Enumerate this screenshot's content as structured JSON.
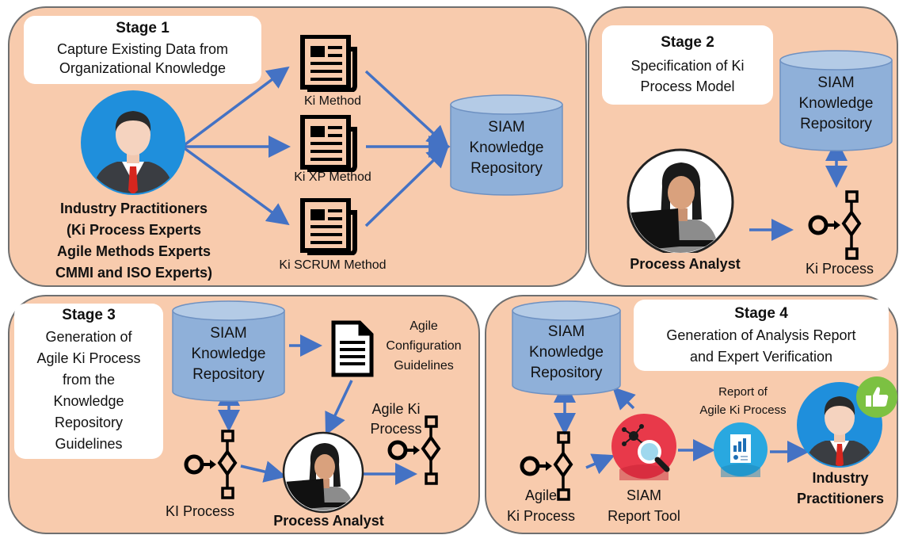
{
  "colors": {
    "panel_bg": "#f8cbad",
    "panel_border": "#6f6f6f",
    "arrow": "#4472c4",
    "cylinder_top": "#b4cbe6",
    "cylinder_body": "#8fb0d9",
    "person_circle": "#1f8fdc",
    "report_tool_red": "#e8394a",
    "report_circle_cyan": "#29a8e0",
    "thumbs_green": "#7cc142"
  },
  "stage1": {
    "title": "Stage 1",
    "subtitle_line1": "Capture Existing Data from",
    "subtitle_line2": "Organizational Knowledge",
    "methods": [
      "Ki Method",
      "Ki XP Method",
      "Ki SCRUM Method"
    ],
    "repository_line1": "SIAM",
    "repository_line2": "Knowledge",
    "repository_line3": "Repository",
    "actor_line1": "Industry Practitioners",
    "actor_line2": "(Ki Process Experts",
    "actor_line3": "Agile Methods Experts",
    "actor_line4": "CMMI and ISO Experts)"
  },
  "stage2": {
    "title": "Stage 2",
    "subtitle_line1": "Specification of Ki",
    "subtitle_line2": "Process Model",
    "repository_line1": "SIAM",
    "repository_line2": "Knowledge",
    "repository_line3": "Repository",
    "actor": "Process Analyst",
    "output": "Ki Process"
  },
  "stage3": {
    "title": "Stage 3",
    "subtitle_lines": [
      "Generation of",
      "Agile Ki Process",
      "from the",
      "Knowledge",
      "Repository",
      "Guidelines"
    ],
    "repository_line1": "SIAM",
    "repository_line2": "Knowledge",
    "repository_line3": "Repository",
    "guidelines_line1": "Agile",
    "guidelines_line2": "Configuration",
    "guidelines_line3": "Guidelines",
    "input_process": "KI Process",
    "output_line1": "Agile Ki",
    "output_line2": "Process",
    "actor": "Process Analyst"
  },
  "stage4": {
    "title": "Stage 4",
    "subtitle_line1": "Generation of Analysis Report",
    "subtitle_line2": "and Expert Verification",
    "repository_line1": "SIAM",
    "repository_line2": "Knowledge",
    "repository_line3": "Repository",
    "process_line1": "Agile",
    "process_line2": "Ki Process",
    "tool_line1": "SIAM",
    "tool_line2": "Report Tool",
    "report_line1": "Report of",
    "report_line2": "Agile Ki Process",
    "actor_line1": "Industry",
    "actor_line2": "Practitioners"
  }
}
